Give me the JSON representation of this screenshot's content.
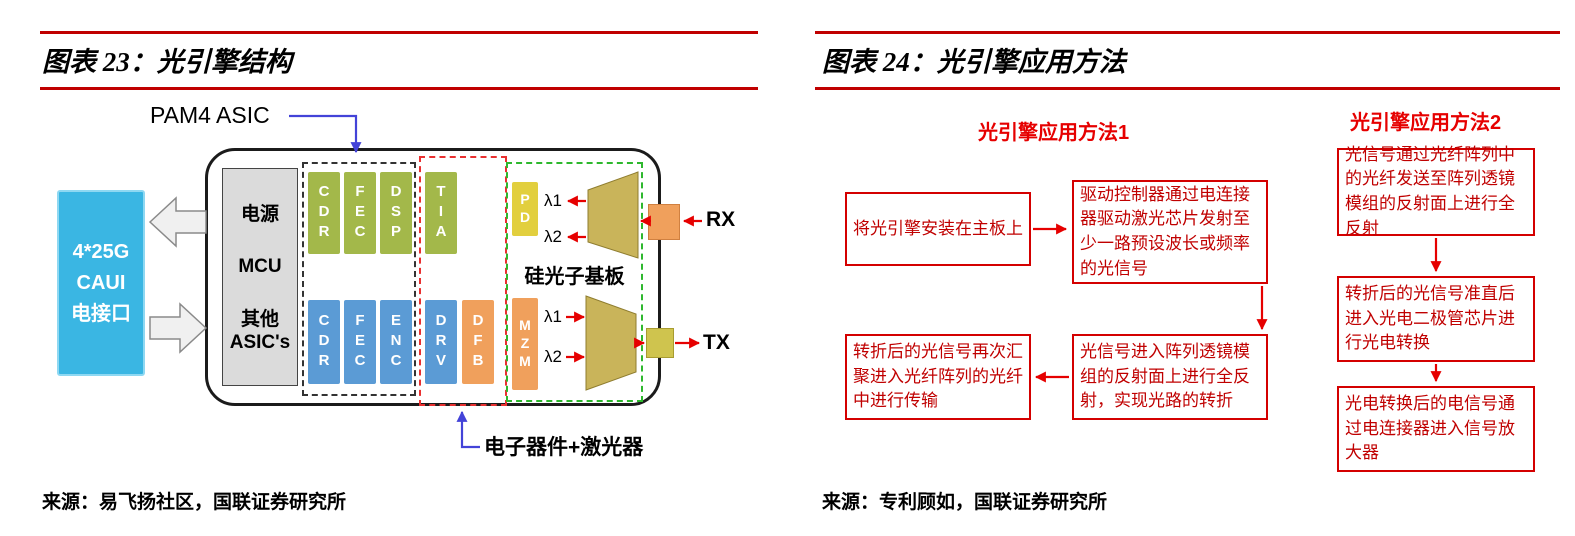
{
  "figure23": {
    "title": "图表 23：光引擎结构",
    "source": "来源：易飞扬社区，国联证券研究所",
    "pam4_label": "PAM4 ASIC",
    "caui_lines": [
      "4*25G",
      "CAUI",
      "电接口"
    ],
    "module": {
      "power": "电源",
      "mcu": "MCU",
      "other": "其他",
      "asics": "ASIC's"
    },
    "chips": {
      "top_row": [
        "CDR",
        "FEC",
        "DSP"
      ],
      "bottom_row": [
        "CDR",
        "FEC",
        "ENC"
      ],
      "tia": "TIA",
      "drv": "DRV",
      "dfb": "DFB",
      "pd": "PD",
      "mzm": "MZM"
    },
    "silicon_label": "硅光子基板",
    "lambda1": "λ1",
    "lambda2": "λ2",
    "rx_label": "RX",
    "tx_label": "TX",
    "bottom_label": "电子器件+激光器"
  },
  "figure24": {
    "title": "图表 24：光引擎应用方法",
    "source": "来源：专利顾如，国联证券研究所",
    "method1_label": "光引擎应用方法1",
    "method2_label": "光引擎应用方法2",
    "steps": {
      "m1s1": "将光引擎安装在主板上",
      "m1s2": "驱动控制器通过电连接器驱动激光芯片发射至少一路预设波长或频率的光信号",
      "m1s3": "光信号进入阵列透镜模组的反射面上进行全反射，实现光路的转折",
      "m1s4": "转折后的光信号再次汇聚进入光纤阵列的光纤中进行传输",
      "m2s1": "光信号通过光纤阵列中的光纤发送至阵列透镜模组的反射面上进行全反射",
      "m2s2": "转折后的光信号准直后进入光电二极管芯片进行光电转换",
      "m2s3": "光电转换后的电信号通过电连接器进入信号放大器"
    }
  },
  "colors": {
    "red_rule": "#c00000",
    "flow_red": "#d40000",
    "arrow_red": "#e60000",
    "arrow_blue": "#4343d8",
    "chip_green": "#a3b84a",
    "chip_blue": "#5b9bd5",
    "chip_orange": "#f0a05c",
    "chip_yellow": "#e2cf3e",
    "trapezoid": "#c9b45a",
    "caui_blue": "#3ab6e3",
    "gray_box": "#dbdbdb"
  }
}
